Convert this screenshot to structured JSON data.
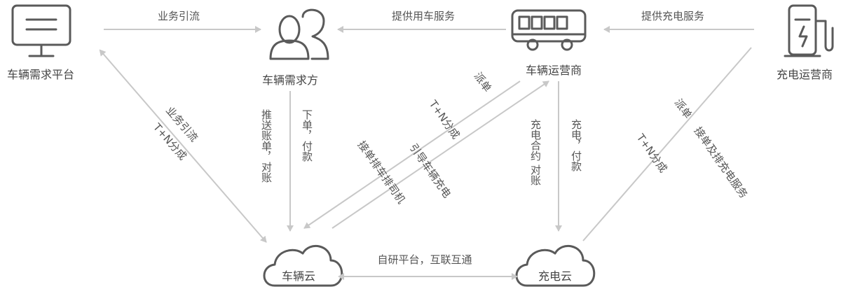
{
  "nodes": {
    "vehicle_platform": "车辆需求平台",
    "demand_side": "车辆需求方",
    "vehicle_operator": "车辆运营商",
    "charging_operator": "充电运营商",
    "vehicle_cloud": "车辆云",
    "charging_cloud": "充电云"
  },
  "edges": {
    "platform_to_demand": "业务引流",
    "operator_to_demand": "提供用车服务",
    "charging_to_operator": "提供充电服务",
    "diag_platform_1": "业务引流",
    "diag_platform_2": "T+N分成",
    "demand_down_1": "推送账单，对账",
    "demand_down_2": "下单，付款",
    "cloud_operator_1": "派单",
    "cloud_operator_2": "T+N分成",
    "cloud_operator_3": "接单排车排司机",
    "cloud_operator_4": "引导车辆充电",
    "operator_down_1": "充电合约 对账",
    "operator_down_2": "充电，付款",
    "charging_diag_1": "派单",
    "charging_diag_2": "T+N分成",
    "charging_diag_3": "接单及排充电服务",
    "clouds_link": "自研平台，互联互通"
  },
  "colors": {
    "line": "#c8c8c8",
    "icon": "#5a5a5a",
    "text": "#444444"
  }
}
